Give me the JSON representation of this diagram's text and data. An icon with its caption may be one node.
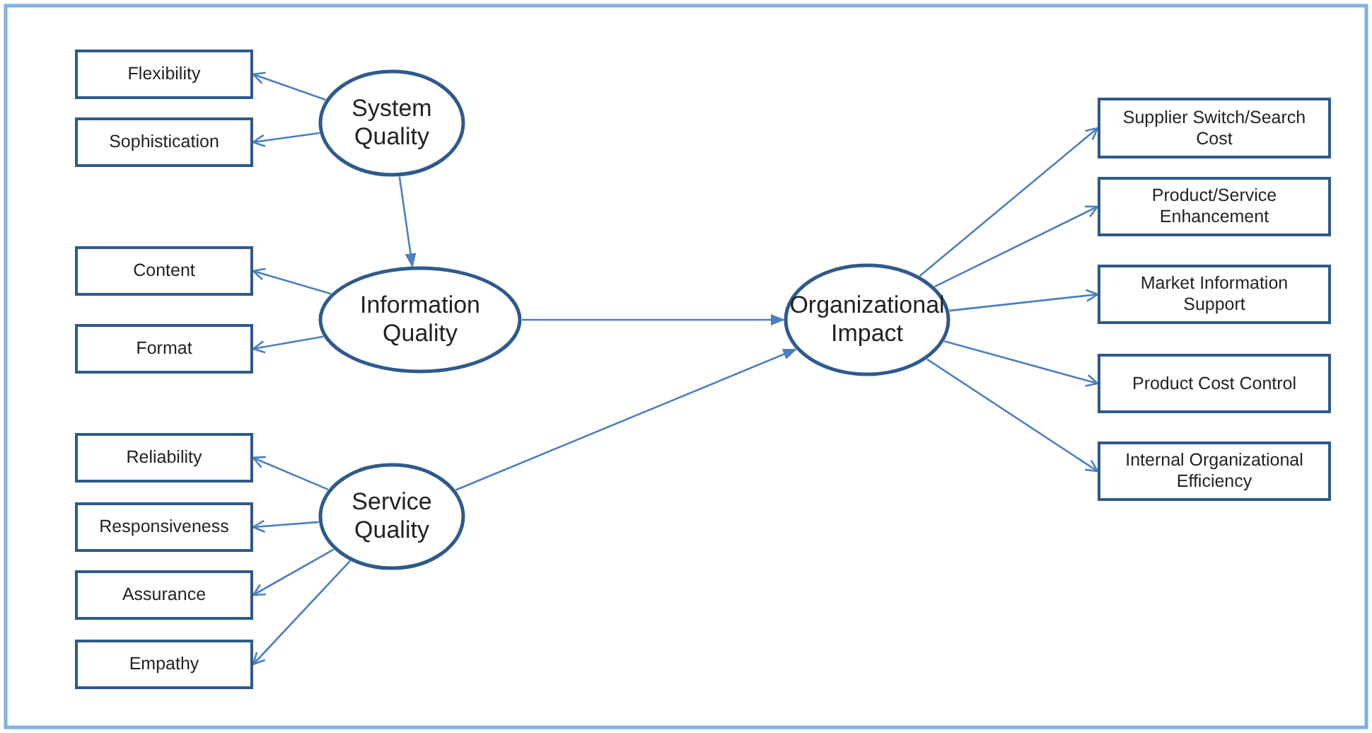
{
  "diagram": {
    "nodes": [
      {
        "text": [
          "Flexibility"
        ]
      },
      {
        "text": [
          "Sophistication"
        ]
      },
      {
        "text": [
          "System Quality"
        ]
      },
      {
        "text": [
          "Content"
        ]
      },
      {
        "text": [
          "Format"
        ]
      },
      {
        "text": [
          "Information Quality"
        ]
      },
      {
        "text": [
          "Reliability"
        ]
      },
      {
        "text": [
          "Responsiveness"
        ]
      },
      {
        "text": [
          "Assurance"
        ]
      },
      {
        "text": [
          "Empathy"
        ]
      },
      {
        "text": [
          "Service Quality"
        ]
      },
      {
        "text": [
          "Organizational Impact"
        ]
      },
      {
        "text": [
          "Supplier Switch/Search Cost"
        ]
      },
      {
        "text": [
          "Product/Service Enhancement"
        ]
      },
      {
        "text": [
          "Market Information Support"
        ]
      },
      {
        "text": [
          "Product Cost Control"
        ]
      },
      {
        "text": [
          "Internal Organizational Efficiency"
        ]
      }
    ],
    "edges": [
      {
        "from": 2,
        "to": 0,
        "arrow": "to"
      },
      {
        "from": 2,
        "to": 1,
        "arrow": "to"
      },
      {
        "from": 2,
        "to": 5,
        "arrow": "to"
      },
      {
        "from": 5,
        "to": 3,
        "arrow": "to"
      },
      {
        "from": 5,
        "to": 4,
        "arrow": "to"
      },
      {
        "from": 5,
        "to": 11,
        "arrow": "to"
      },
      {
        "from": 10,
        "to": 6,
        "arrow": "to"
      },
      {
        "from": 10,
        "to": 7,
        "arrow": "to"
      },
      {
        "from": 10,
        "to": 8,
        "arrow": "to"
      },
      {
        "from": 10,
        "to": 9,
        "arrow": "to"
      },
      {
        "from": 10,
        "to": 11,
        "arrow": "to"
      },
      {
        "from": 11,
        "to": 12,
        "arrow": "to"
      },
      {
        "from": 11,
        "to": 13,
        "arrow": "to"
      },
      {
        "from": 11,
        "to": 14,
        "arrow": "to"
      },
      {
        "from": 11,
        "to": 15,
        "arrow": "to"
      },
      {
        "from": 11,
        "to": 16,
        "arrow": "to"
      }
    ]
  }
}
